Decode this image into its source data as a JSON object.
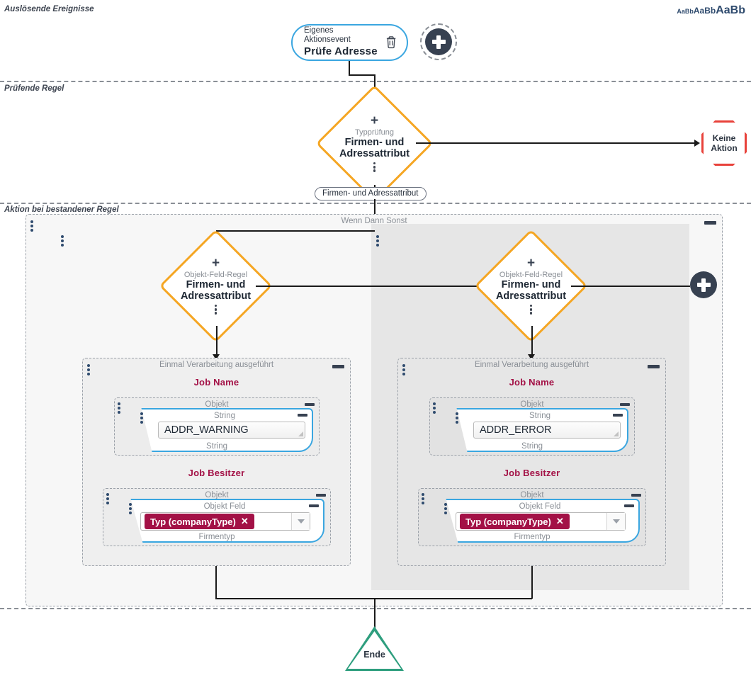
{
  "lanes": [
    {
      "label": "Auslösende Ereignisse"
    },
    {
      "label": "Prüfende Regel"
    },
    {
      "label": "Aktion bei bestandener Regel"
    }
  ],
  "font_sampler": {
    "small": "AaBb",
    "medium": "AaBb",
    "large": "AaBb"
  },
  "start_event": {
    "subtitle": "Eigenes Aktionsevent",
    "title": "Prüfe Adresse",
    "delete_icon": "trash-icon",
    "add_icon": "plus-icon"
  },
  "rule_node": {
    "plus": "+",
    "subtitle": "Typprüfung",
    "title_line1": "Firmen- und",
    "title_line2": "Adressattribut",
    "menu_icon": "vertical-dots-icon"
  },
  "rule_pill": {
    "label": "Firmen- und Adressattribut"
  },
  "no_action": {
    "line1": "Keine",
    "line2": "Aktion"
  },
  "action_group": {
    "title": "Wenn Dann Sonst",
    "collapse_icon": "minimize-icon",
    "drag_icon": "drag-handle-icon",
    "add_icon": "plus-icon"
  },
  "branches": [
    {
      "id": "then-branch",
      "shaded": false,
      "diamond": {
        "plus": "+",
        "subtitle": "Objekt-Feld-Regel",
        "title_line1": "Firmen- und",
        "title_line2": "Adressattribut",
        "menu_icon": "vertical-dots-icon"
      },
      "panel_title": "Einmal Verarbeitung ausgeführt",
      "job_name_label": "Job Name",
      "job_name_objekt": "Objekt",
      "job_name_type_top": "String",
      "job_name_value": "ADDR_WARNING",
      "job_name_type_bottom": "String",
      "job_owner_label": "Job Besitzer",
      "job_owner_objekt": "Objekt",
      "job_owner_field_top": "Objekt Feld",
      "job_owner_chip": "Typ (companyType)",
      "job_owner_chip_remove": "✕",
      "job_owner_field_bottom": "Firmentyp"
    },
    {
      "id": "else-branch",
      "shaded": true,
      "diamond": {
        "plus": "+",
        "subtitle": "Objekt-Feld-Regel",
        "title_line1": "Firmen- und",
        "title_line2": "Adressattribut",
        "menu_icon": "vertical-dots-icon"
      },
      "panel_title": "Einmal Verarbeitung ausgeführt",
      "job_name_label": "Job Name",
      "job_name_objekt": "Objekt",
      "job_name_type_top": "String",
      "job_name_value": "ADDR_ERROR",
      "job_name_type_bottom": "String",
      "job_owner_label": "Job Besitzer",
      "job_owner_objekt": "Objekt",
      "job_owner_field_top": "Objekt Feld",
      "job_owner_chip": "Typ (companyType)",
      "job_owner_chip_remove": "✕",
      "job_owner_field_bottom": "Firmentyp"
    }
  ],
  "end_node": {
    "label": "Ende"
  },
  "colors": {
    "accent_blue": "#3aa6e0",
    "rule_orange": "#f5a623",
    "stop_red": "#e8413a",
    "label_maroon": "#a31146",
    "end_green": "#2e9e7e",
    "dark_button": "#374151"
  }
}
